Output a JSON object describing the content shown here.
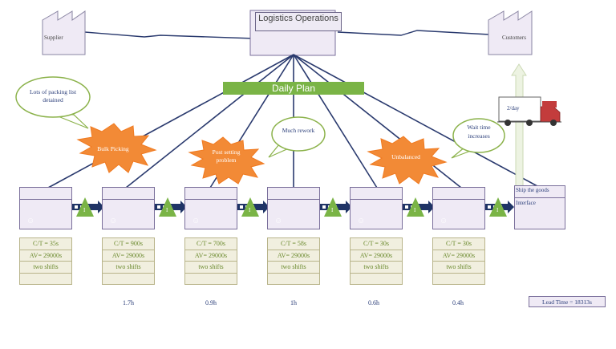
{
  "title": "Logistics Operations",
  "supplier": "Supplier",
  "customers": "Customers",
  "daily_plan": "Daily Plan",
  "delivery": "2/day",
  "callouts": {
    "packing_list": "Lots of packing list detained",
    "much_rework": "Much rework",
    "wait_time": "Wait time increases"
  },
  "bursts": {
    "bulk_picking": "Bulk Picking",
    "post_setting": "Post setting problem",
    "unbalanced": "Unbalanced"
  },
  "last_process": {
    "name": "Ship the goods",
    "sub": "Interface"
  },
  "inventory_label": "I",
  "processes": [
    {
      "ct": "C/T = 35s",
      "av": "AV= 29000s",
      "shifts": "two shifts",
      "time": ""
    },
    {
      "ct": "C/T = 900s",
      "av": "AV= 29000s",
      "shifts": "two shifts",
      "time": "1.7h"
    },
    {
      "ct": "C/T = 700s",
      "av": "AV= 29000s",
      "shifts": "two shifts",
      "time": "0.9h"
    },
    {
      "ct": "C/T = 58s",
      "av": "AV= 29000s",
      "shifts": "two shifts",
      "time": "1h"
    },
    {
      "ct": "C/T = 30s",
      "av": "AV= 29000s",
      "shifts": "two shifts",
      "time": "0.6h"
    },
    {
      "ct": "C/T = 30s",
      "av": "AV= 29000s",
      "shifts": "two shifts",
      "time": "0.4h"
    }
  ],
  "lead_time": "Lead Time = 18313s"
}
